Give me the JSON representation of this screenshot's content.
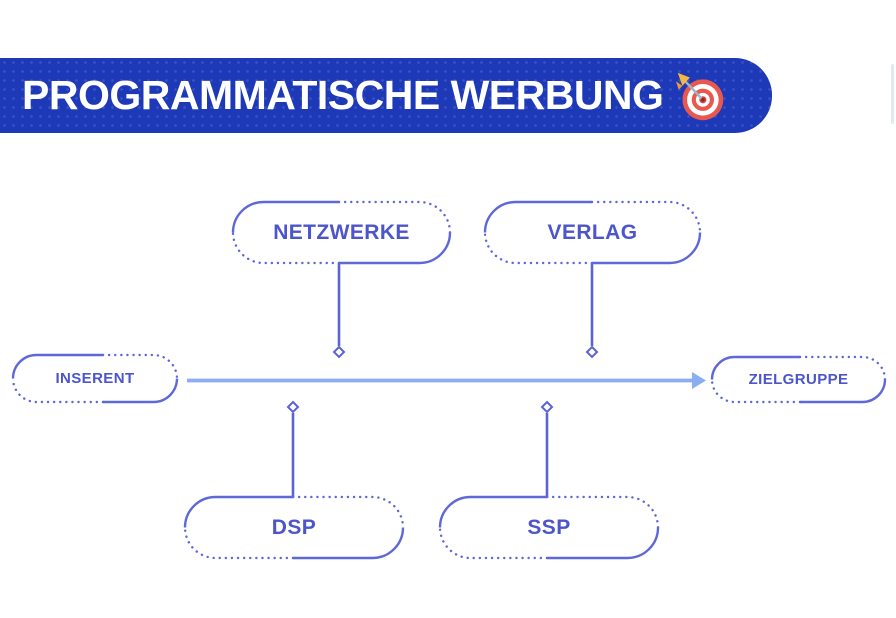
{
  "header": {
    "title": "PROGRAMMATISCHE WERBUNG",
    "icon": "dartboard-target",
    "banner_color": "#1d39b8",
    "title_color": "#ffffff"
  },
  "diagram": {
    "nodes": [
      {
        "id": "netzwerke",
        "label": "NETZWERKE",
        "position": "above-flow-left"
      },
      {
        "id": "verlag",
        "label": "VERLAG",
        "position": "above-flow-right"
      },
      {
        "id": "inserent",
        "label": "INSERENT",
        "position": "flow-start"
      },
      {
        "id": "zielgruppe",
        "label": "ZIELGRUPPE",
        "position": "flow-end"
      },
      {
        "id": "dsp",
        "label": "DSP",
        "position": "below-flow-left"
      },
      {
        "id": "ssp",
        "label": "SSP",
        "position": "below-flow-right"
      }
    ],
    "edges": [
      {
        "from": "inserent",
        "to": "zielgruppe",
        "type": "arrow"
      },
      {
        "from": "netzwerke",
        "to": "flow-line",
        "type": "diamond-tap"
      },
      {
        "from": "verlag",
        "to": "flow-line",
        "type": "diamond-tap"
      },
      {
        "from": "dsp",
        "to": "flow-line",
        "type": "diamond-tap"
      },
      {
        "from": "ssp",
        "to": "flow-line",
        "type": "diamond-tap"
      }
    ],
    "colors": {
      "node_border": "#5e68d6",
      "node_text": "#4c55c9",
      "connector": "#5a64d4",
      "arrow": "#8badf2"
    }
  }
}
